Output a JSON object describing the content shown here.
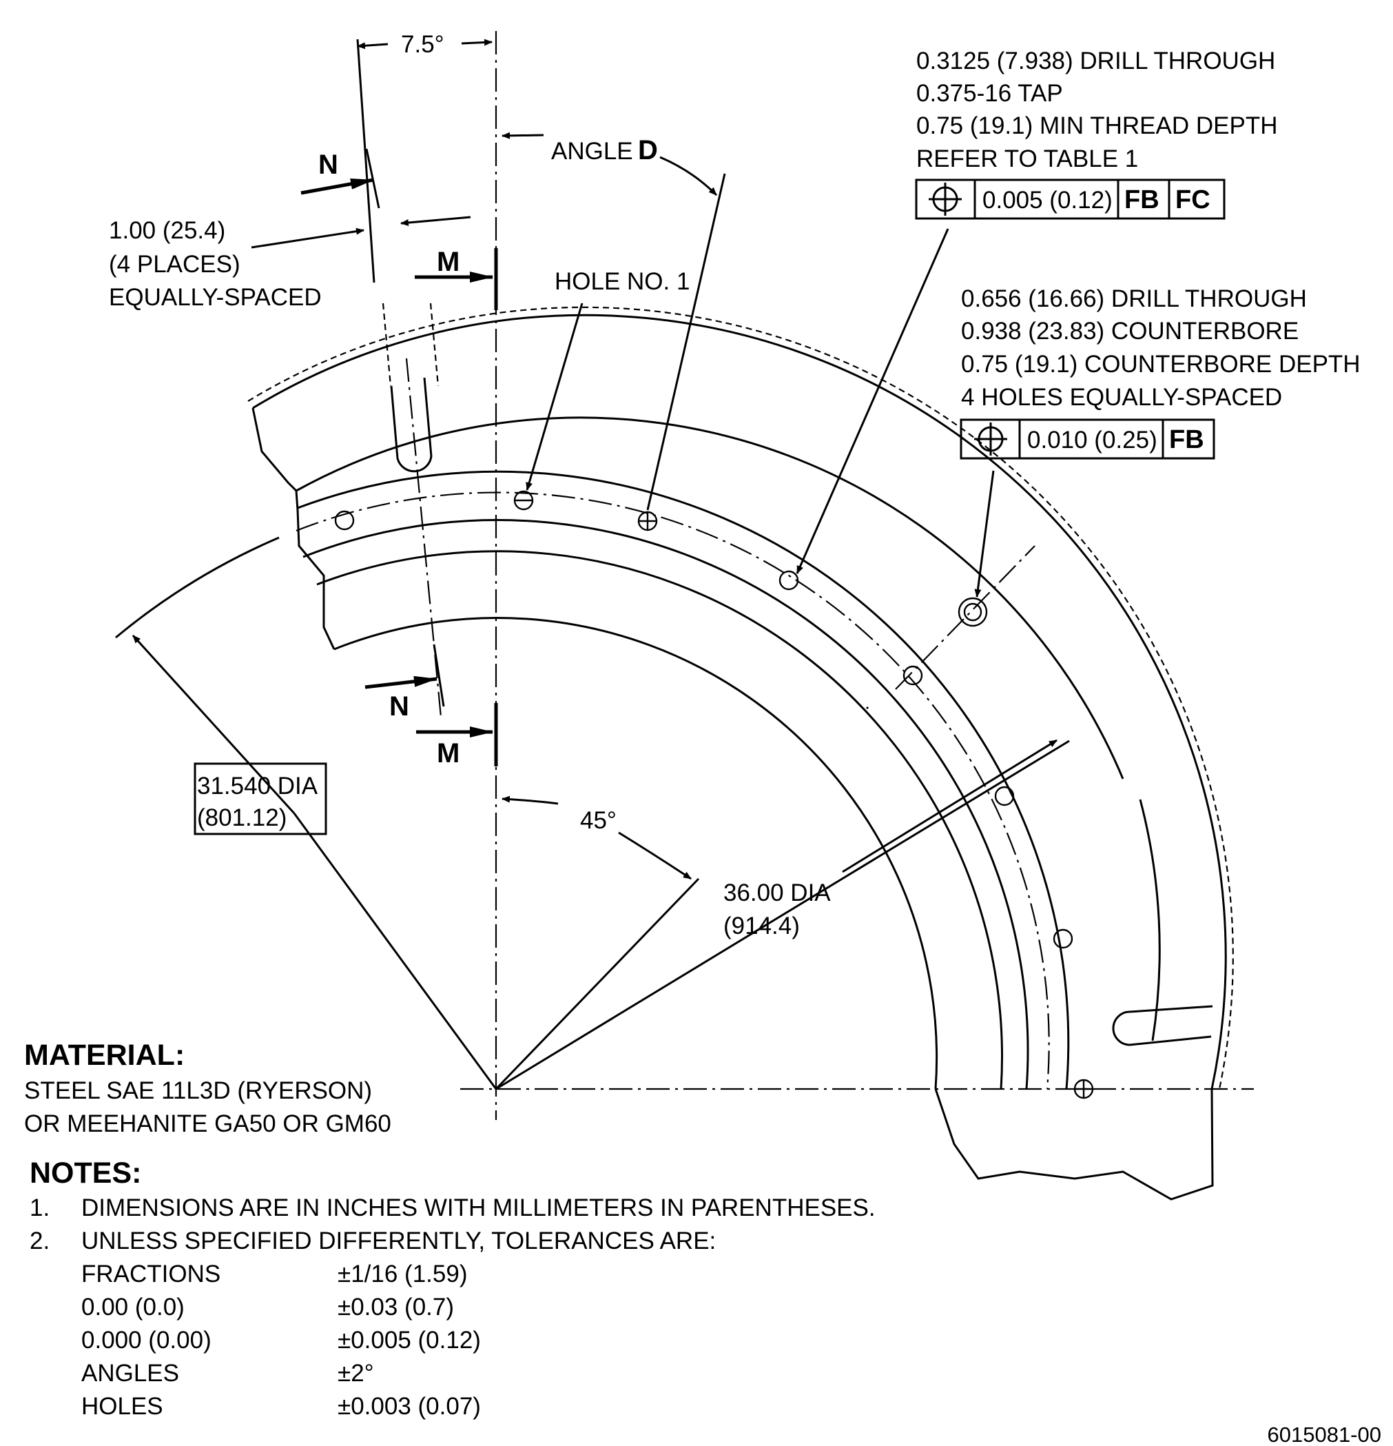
{
  "callouts": {
    "tapped": [
      "0.3125 (7.938) DRILL THROUGH",
      "0.375-16 TAP",
      "0.75 (19.1) MIN THREAD DEPTH",
      "REFER TO TABLE 1"
    ],
    "counterbored": [
      "0.656 (16.66) DRILL THROUGH",
      "0.938 (23.83) COUNTERBORE",
      "0.75 (19.1) COUNTERBORE DEPTH",
      "4 HOLES EQUALLY-SPACED"
    ],
    "slot": [
      "1.00 (25.4)",
      "(4 PLACES)",
      "EQUALLY-SPACED"
    ],
    "hole1": "HOLE NO. 1",
    "angle_d_word": "ANGLE",
    "angle_d_letter": "D"
  },
  "fcf": {
    "tapped": {
      "tolerance": "0.005 (0.12)",
      "datum1": "FB",
      "datum2": "FC"
    },
    "counterbored": {
      "tolerance": "0.010 (0.25)",
      "datum1": "FB"
    }
  },
  "dims": {
    "angle_75": "7.5°",
    "angle_45": "45°",
    "dia_inner": [
      "31.540 DIA",
      "(801.12)"
    ],
    "dia_bolt": [
      "36.00 DIA",
      "(914.4)"
    ]
  },
  "sections": {
    "n": "N",
    "m": "M"
  },
  "material": {
    "heading": "MATERIAL:",
    "lines": [
      "STEEL SAE 11L3D (RYERSON)",
      "OR MEEHANITE GA50 OR GM60"
    ]
  },
  "notes": {
    "heading": "NOTES:",
    "items": [
      {
        "num": "1.",
        "text": "DIMENSIONS ARE IN INCHES WITH MILLIMETERS IN PARENTHESES."
      },
      {
        "num": "2.",
        "text": "UNLESS SPECIFIED DIFFERENTLY, TOLERANCES ARE:"
      }
    ],
    "tolerances": [
      {
        "label": "FRACTIONS",
        "value": "±1/16 (1.59)"
      },
      {
        "label": "0.00 (0.0)",
        "value": "±0.03 (0.7)"
      },
      {
        "label": "0.000 (0.00)",
        "value": "±0.005 (0.12)"
      },
      {
        "label": "ANGLES",
        "value": "±2°"
      },
      {
        "label": "HOLES",
        "value": "±0.003 (0.07)"
      }
    ]
  },
  "drawing_number": "6015081-00"
}
